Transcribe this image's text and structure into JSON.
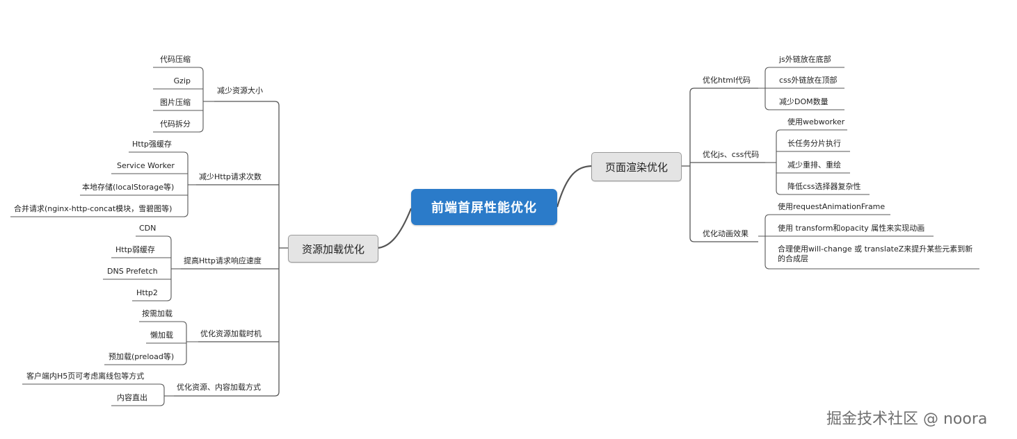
{
  "center": "前端首屏性能优化",
  "left_branch": {
    "title": "资源加载优化",
    "groups": [
      {
        "label": "减少资源大小",
        "items": [
          "代码压缩",
          "Gzip",
          "图片压缩",
          "代码拆分"
        ]
      },
      {
        "label": "减少Http请求次数",
        "items": [
          "Http强缓存",
          "Service Worker",
          "本地存储(localStorage等)",
          "合并请求(nginx-http-concat模块，雪碧图等)"
        ]
      },
      {
        "label": "提高Http请求响应速度",
        "items": [
          "CDN",
          "Http弱缓存",
          "DNS Prefetch",
          "Http2"
        ]
      },
      {
        "label": "优化资源加载时机",
        "items": [
          "按需加载",
          "懒加载",
          "预加载(preload等)"
        ]
      },
      {
        "label": "优化资源、内容加载方式",
        "items": [
          "客户端内H5页可考虑离线包等方式",
          "内容直出"
        ]
      }
    ]
  },
  "right_branch": {
    "title": "页面渲染优化",
    "groups": [
      {
        "label": "优化html代码",
        "items": [
          "js外链放在底部",
          "css外链放在顶部",
          "减少DOM数量"
        ]
      },
      {
        "label": "优化js、css代码",
        "items": [
          "使用webworker",
          "长任务分片执行",
          "减少重排、重绘",
          "降低css选择器复杂性"
        ]
      },
      {
        "label": "优化动画效果",
        "items": [
          "使用requestAnimationFrame",
          "使用 transform和opacity 属性来实现动画",
          "合理使用will-change 或 translateZ来提升某些元素到新的合成层"
        ]
      }
    ]
  },
  "watermark": "掘金技术社区 @ noora",
  "colors": {
    "center_fill": "#2b7bc9",
    "branch_fill": "#e4e4e4",
    "line": "#555555"
  }
}
